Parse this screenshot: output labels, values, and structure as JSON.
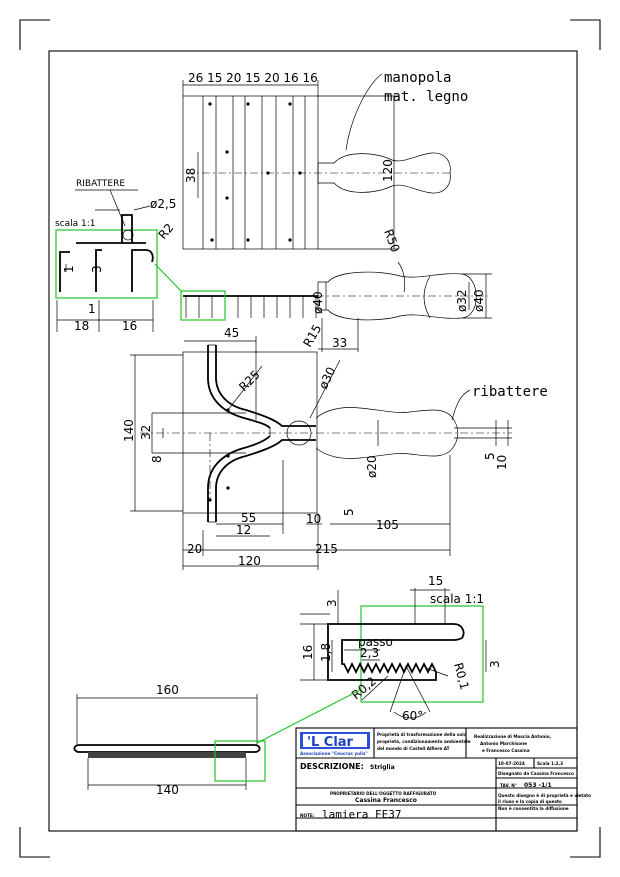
{
  "callouts": {
    "handle": "manopola",
    "handle_material": "mat. legno",
    "ribattere_left": "RIBATTERE",
    "ribattere_right": "ribattere",
    "scale_left": "scala 1:1",
    "scale_right": "scala 1:1",
    "passo": "passo"
  },
  "dimensions": {
    "top_series": "26 15 20 15 20 16 16",
    "d_38": "38",
    "d_120_v": "120",
    "d_2_5": "ø2,5",
    "d_r2": "R2",
    "d_1": "1",
    "d_3": "3",
    "d_1b": "1",
    "d_18": "18",
    "d_16": "16",
    "d_r50": "R50",
    "d_40": "ø40",
    "d_32": "ø32",
    "d_40b": "ø40",
    "d_45": "45",
    "d_r15": "R15",
    "d_33": "33",
    "d_r25": "R25",
    "d_30": "ø30",
    "d_140_v": "140",
    "d_32v": "32",
    "d_8": "8",
    "d_5": "5",
    "d_10": "10",
    "d_20": "ø20",
    "d_55": "55",
    "d_12": "12",
    "d_10b": "10",
    "d_5b": "5",
    "d_105": "105",
    "d_20b": "20",
    "d_215": "215",
    "d_120_h": "120",
    "d_15": "15",
    "d_3a": "3",
    "d_16v": "16",
    "d_1_8": "1,8",
    "d_2_3": "2,3",
    "d_3b": "3",
    "d_r0_1": "R0,1",
    "d_r0_2": "R0,2",
    "d_60": "60°",
    "d_160": "160",
    "d_140_h": "140"
  },
  "title_block": {
    "logo": "'L Clar",
    "logo_sub": "Associazione \"Ceocrus yulis\"",
    "ownership_note_1": "Proprietà di trasformazione della sola",
    "ownership_note_2": "proprietà, condizionamento ambientale",
    "ownership_note_3": "del mondo di Castell Alfiere AT",
    "realizzazione_1": "Realizzazione di Moscia Antonio,",
    "realizzazione_2": "Antonio Marchisone",
    "realizzazione_3": "e Francesco Cassina",
    "descrizione_label": "DESCRIZIONE:",
    "descrizione_value": "Striglia",
    "date": "10-07-2024",
    "scala": "Scala 1:2,3",
    "disegnato": "Disegnato da Cassina Francesco",
    "proprietario_label": "PROPRIETARIO DELL'OGGETTO RAFFIGURATO",
    "proprietario_value": "Cassina Francesco",
    "tav_label": "TAV. N°",
    "tav_value": "053 -1/1",
    "note_1": "Questo disegno è di proprietà e vietato",
    "note_2": "il riuso e la copia di questo",
    "note_3": "Non è consentita la diffusione",
    "note_label": "NOTE:",
    "note_value": "lamiera FE37"
  }
}
